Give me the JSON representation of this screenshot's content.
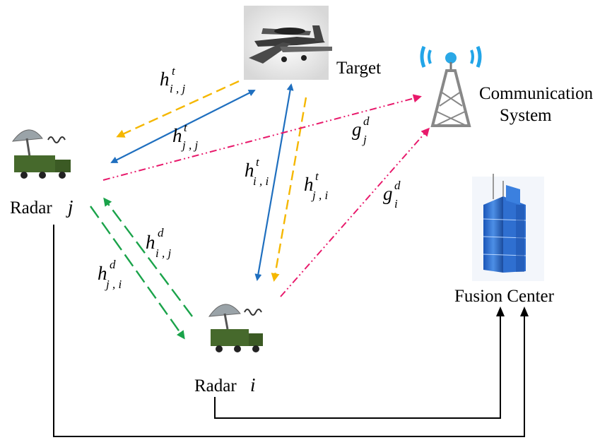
{
  "nodes": {
    "target": "Target",
    "communication": [
      "Communication",
      "System"
    ],
    "fusion": "Fusion Center",
    "radar_j": {
      "text": "Radar",
      "index": "j"
    },
    "radar_i": {
      "text": "Radar",
      "index": "i"
    }
  },
  "channels": {
    "h_t_ij": {
      "base": "h",
      "sup": "t",
      "sub": "i , j"
    },
    "h_t_jj": {
      "base": "h",
      "sup": "t",
      "sub": "j , j"
    },
    "h_t_ii": {
      "base": "h",
      "sup": "t",
      "sub": "i , i"
    },
    "h_t_ji": {
      "base": "h",
      "sup": "t",
      "sub": "j , i"
    },
    "h_d_ij": {
      "base": "h",
      "sup": "d",
      "sub": "i , j"
    },
    "h_d_ji": {
      "base": "h",
      "sup": "d",
      "sub": "j , i"
    },
    "g_d_j": {
      "base": "g",
      "sup": "d",
      "sub": "j"
    },
    "g_d_i": {
      "base": "g",
      "sup": "d",
      "sub": "i"
    }
  },
  "colors": {
    "target_link": "#1f6fbf",
    "target_echo": "#f5b700",
    "radar_link": "#1aa34a",
    "comm_link": "#e8196b",
    "backhaul": "#000000"
  },
  "icons": [
    "airplane-icon",
    "antenna-tower-icon",
    "building-icon",
    "radar-truck-icon"
  ]
}
